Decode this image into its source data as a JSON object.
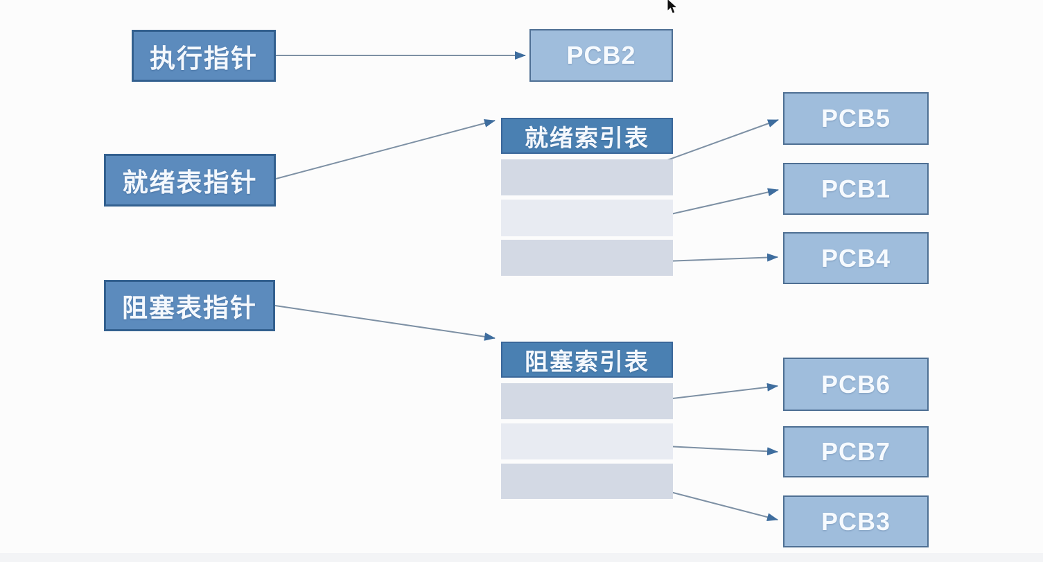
{
  "diagram": {
    "title_hint": "PCB index-table scheduling diagram",
    "pointers": {
      "exec": {
        "label": "执行指针"
      },
      "ready": {
        "label": "就绪表指针"
      },
      "blocked": {
        "label": "阻塞表指针"
      }
    },
    "tables": {
      "ready": {
        "title": "就绪索引表",
        "row_count": 3
      },
      "blocked": {
        "title": "阻塞索引表",
        "row_count": 3
      }
    },
    "pcbs": {
      "running": "PCB2",
      "ready": [
        "PCB5",
        "PCB1",
        "PCB4"
      ],
      "blocked": [
        "PCB6",
        "PCB7",
        "PCB3"
      ]
    },
    "edges": [
      {
        "from": "执行指针",
        "to": "PCB2"
      },
      {
        "from": "就绪表指针",
        "to": "就绪索引表"
      },
      {
        "from": "就绪索引表.row1",
        "to": "PCB5"
      },
      {
        "from": "就绪索引表.row2",
        "to": "PCB1"
      },
      {
        "from": "就绪索引表.row3",
        "to": "PCB4"
      },
      {
        "from": "阻塞表指针",
        "to": "阻塞索引表"
      },
      {
        "from": "阻塞索引表.row1",
        "to": "PCB6"
      },
      {
        "from": "阻塞索引表.row2",
        "to": "PCB7"
      },
      {
        "from": "阻塞索引表.row3",
        "to": "PCB3"
      }
    ],
    "colors": {
      "pointer_box_fill": "#5c8bbd",
      "pointer_box_border": "#33608f",
      "pcb_box_fill": "#9fbddc",
      "pcb_box_border": "#4e6f93",
      "table_header_fill": "#4a80b2",
      "row_dark": "#d3d9e4",
      "row_light": "#e8ebf2",
      "arrow_line": "#7d90a4",
      "arrow_head": "#3e6d9e",
      "background": "#fcfcfc"
    }
  }
}
